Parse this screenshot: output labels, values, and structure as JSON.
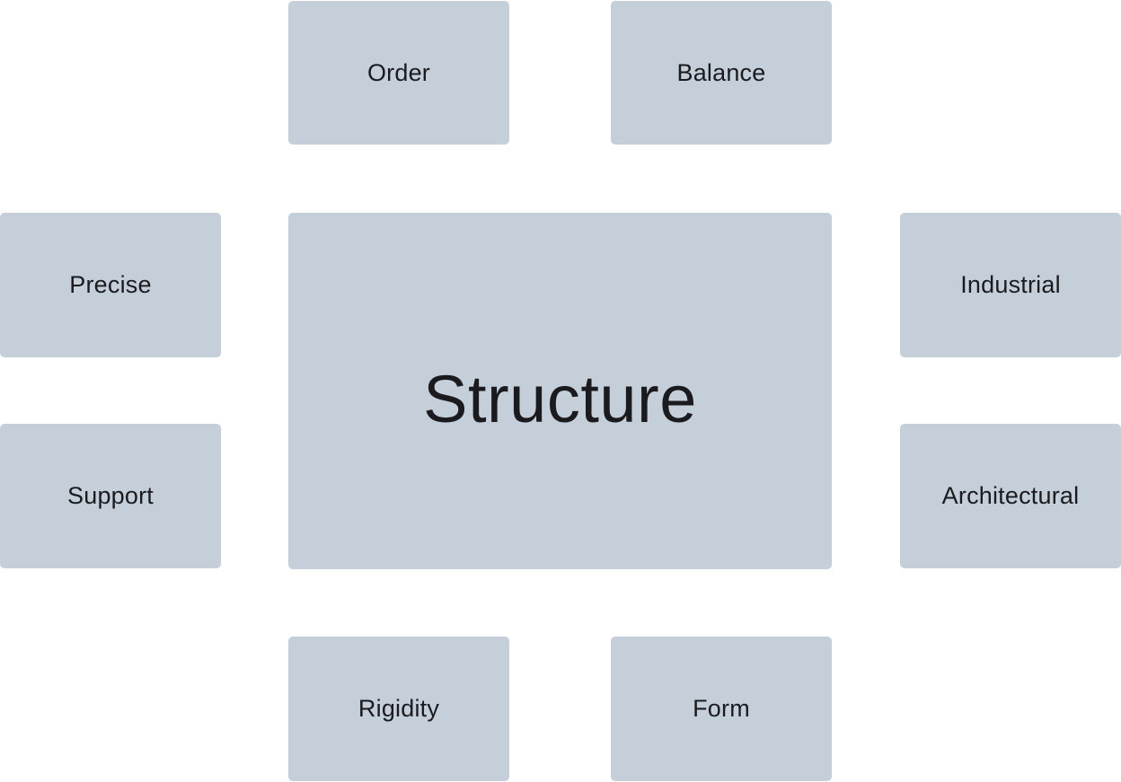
{
  "diagram": {
    "center": {
      "label": "Structure"
    },
    "nodes": {
      "order": "Order",
      "balance": "Balance",
      "precise": "Precise",
      "support": "Support",
      "industrial": "Industrial",
      "architectural": "Architectural",
      "rigidity": "Rigidity",
      "form": "Form"
    },
    "colors": {
      "card_fill": "#c5cfda",
      "text": "#1b1b1f",
      "background": "#ffffff"
    }
  }
}
